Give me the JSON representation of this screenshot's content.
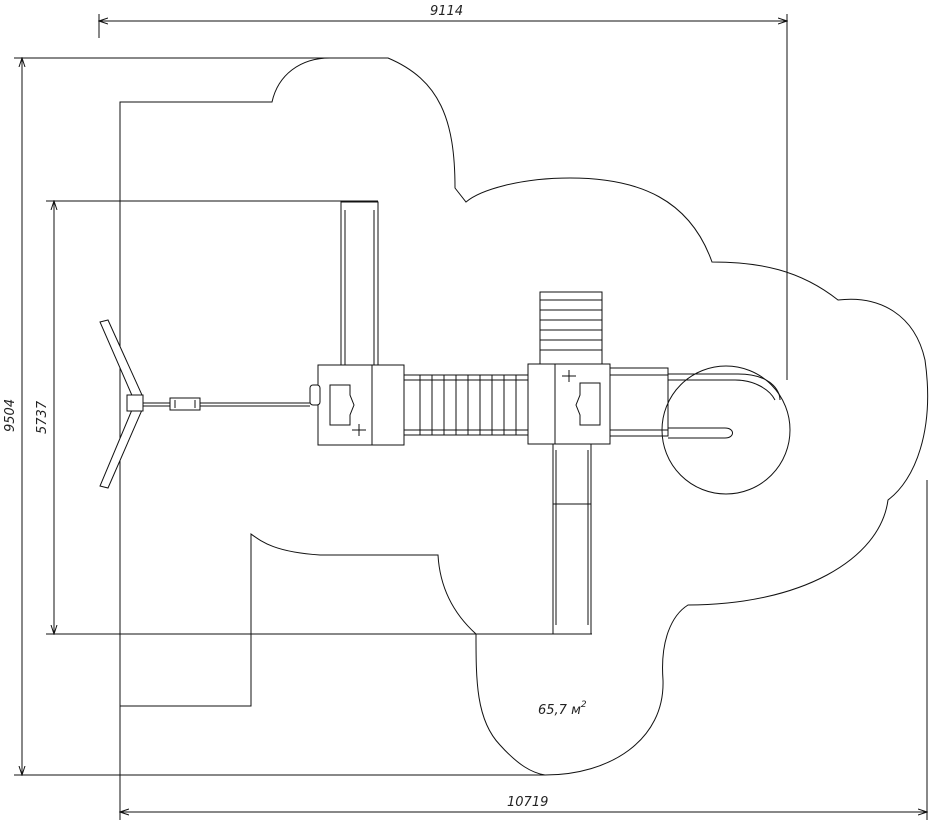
{
  "dimensions": {
    "top_width": "9114",
    "bottom_width": "10719",
    "left_height": "9504",
    "inner_height": "5737"
  },
  "area": {
    "value": "65,7 м",
    "unit_exponent": "2"
  }
}
